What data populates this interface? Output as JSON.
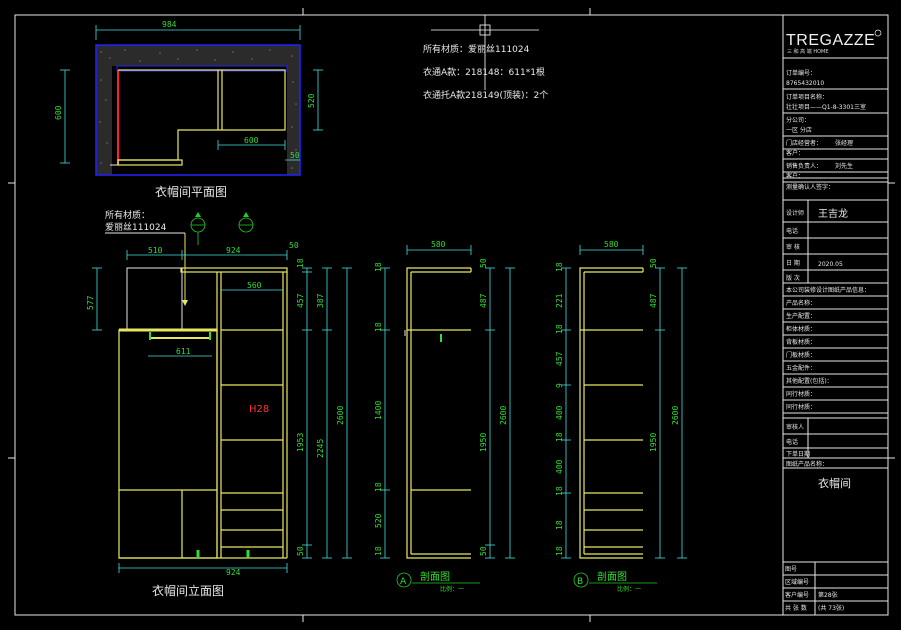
{
  "colors": {
    "background": "#000000",
    "frame": "#e6e6e6",
    "cabinet": "#e8e860",
    "dimension": "#40e0e0",
    "dimension_text": "#33dd33",
    "accent": "#ff2222",
    "wall": "#2222ff"
  },
  "notes": {
    "material": "所有材质：爱丽丝111024",
    "line2": "衣通A款：218148：611*1根",
    "line3": "衣通托A款218149(顶装)：2个"
  },
  "plan": {
    "title": "衣帽间平面图",
    "dims": {
      "top": "984",
      "left": "600",
      "right": "520",
      "inner": "600",
      "small": "50"
    }
  },
  "elevation": {
    "title": "衣帽间立面图",
    "material_label": "所有材质：",
    "material_code": "爱丽丝111024",
    "height_mark": "H28",
    "dims": {
      "w1": "510",
      "w2": "924",
      "w3": "50",
      "inner": "560",
      "rod": "611",
      "bottom": "924",
      "left_v": "577",
      "r1": "18",
      "r2": "457",
      "r3": "1953",
      "r4": "2245",
      "r5": "2600",
      "r6": "50",
      "r7": "387"
    }
  },
  "sectionA": {
    "letter": "A",
    "label": "剖面图",
    "scale": "比例：一",
    "dims": {
      "w": "580",
      "d1": "18",
      "d2": "18",
      "d3": "1400",
      "d4": "18",
      "d5": "520",
      "d6": "18",
      "r1": "50",
      "r2": "487",
      "r3": "1950",
      "r4": "2600",
      "r5": "50"
    }
  },
  "sectionB": {
    "letter": "B",
    "label": "剖面图",
    "scale": "比例：一",
    "dims": {
      "w": "580",
      "d1": "18",
      "d2": "221",
      "d3": "18",
      "d4": "457",
      "d5": "9",
      "d6": "400",
      "d7": "18",
      "d8": "400",
      "d9": "18",
      "d10": "18",
      "d11": "18",
      "r1": "50",
      "r2": "487",
      "r3": "1950",
      "r4": "2600"
    }
  },
  "titleblock": {
    "brand": "TREGAZZE",
    "brand_sub": "三 和 高 端 HOME",
    "rows": [
      {
        "label": "订单编号：",
        "value": ""
      },
      {
        "label": "",
        "value": "8765432010"
      },
      {
        "label": "订单项目名称：",
        "value": ""
      },
      {
        "label": "",
        "value": "壮壮项目——Q1-8-3301三室"
      },
      {
        "label": "分公司：",
        "value": ""
      },
      {
        "label": "",
        "value": "一区 分店"
      },
      {
        "label": "门店经营者：",
        "value": "张经理"
      },
      {
        "label": "客户：",
        "value": ""
      },
      {
        "label": "销售负责人：",
        "value": "刘先生"
      },
      {
        "label": "客户：",
        "value": ""
      },
      {
        "label": "测量确认人签字：",
        "value": ""
      }
    ],
    "designer_label": "设计师",
    "designer": "王吉龙",
    "phone_label": "电话",
    "audit_label": "审 核",
    "date_label": "日 期",
    "date": "2020.05",
    "version_label": "版 次",
    "spec_rows": [
      "本公司装修设计图纸产品信息：",
      "产品名称：",
      "生产配置：",
      "柜体材质：",
      "背板材质：",
      "门板材质：",
      "五金配件：",
      "其他配置(包括)：",
      "同行材质：",
      "同行材质："
    ],
    "review_label": "审核人",
    "phone2_label": "电话",
    "order_date_label": "下单日期",
    "drawing_name_label": "图纸产品名称：",
    "drawing_name": "衣帽间",
    "foot": [
      {
        "label": "图号",
        "value": ""
      },
      {
        "label": "区域编号",
        "value": ""
      },
      {
        "label": "客户编号",
        "value": "第28张"
      },
      {
        "label": "共 张 数",
        "value": "(共 73张)"
      }
    ]
  }
}
